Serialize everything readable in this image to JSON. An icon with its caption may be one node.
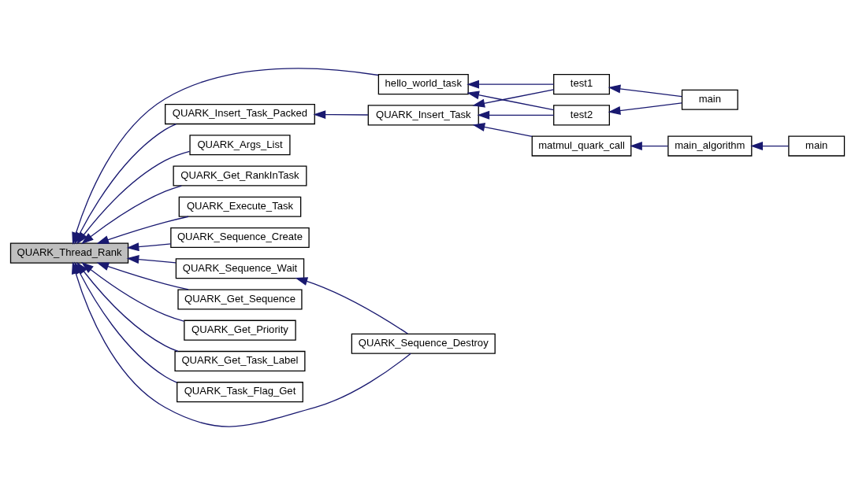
{
  "diagram": {
    "nodes": [
      {
        "text": [
          "QUARK_Thread_Rank"
        ]
      },
      {
        "text": [
          "hello_world_task"
        ]
      },
      {
        "text": [
          "QUARK_Insert_Task_Packed"
        ]
      },
      {
        "text": [
          "QUARK_Args_List"
        ]
      },
      {
        "text": [
          "QUARK_Get_RankInTask"
        ]
      },
      {
        "text": [
          "QUARK_Execute_Task"
        ]
      },
      {
        "text": [
          "QUARK_Sequence_Create"
        ]
      },
      {
        "text": [
          "QUARK_Sequence_Wait"
        ]
      },
      {
        "text": [
          "QUARK_Get_Sequence"
        ]
      },
      {
        "text": [
          "QUARK_Get_Priority"
        ]
      },
      {
        "text": [
          "QUARK_Get_Task_Label"
        ]
      },
      {
        "text": [
          "QUARK_Task_Flag_Get"
        ]
      },
      {
        "text": [
          "QUARK_Insert_Task"
        ]
      },
      {
        "text": [
          "QUARK_Sequence_Destroy"
        ]
      },
      {
        "text": [
          "test1"
        ]
      },
      {
        "text": [
          "test2"
        ]
      },
      {
        "text": [
          "matmul_quark_call"
        ]
      },
      {
        "text": [
          "main"
        ]
      },
      {
        "text": [
          "main_algorithm"
        ]
      },
      {
        "text": [
          "main"
        ]
      }
    ],
    "edges": [
      {
        "from": 1,
        "to": 0,
        "arrow": "to"
      },
      {
        "from": 2,
        "to": 0,
        "arrow": "to"
      },
      {
        "from": 3,
        "to": 0,
        "arrow": "to"
      },
      {
        "from": 4,
        "to": 0,
        "arrow": "to"
      },
      {
        "from": 5,
        "to": 0,
        "arrow": "to"
      },
      {
        "from": 6,
        "to": 0,
        "arrow": "to"
      },
      {
        "from": 13,
        "to": 0,
        "arrow": "to"
      },
      {
        "from": 7,
        "to": 0,
        "arrow": "to"
      },
      {
        "from": 8,
        "to": 0,
        "arrow": "to"
      },
      {
        "from": 9,
        "to": 0,
        "arrow": "to"
      },
      {
        "from": 10,
        "to": 0,
        "arrow": "to"
      },
      {
        "from": 11,
        "to": 0,
        "arrow": "to"
      },
      {
        "from": 14,
        "to": 1,
        "arrow": "to"
      },
      {
        "from": 15,
        "to": 1,
        "arrow": "to"
      },
      {
        "from": 12,
        "to": 2,
        "arrow": "to"
      },
      {
        "from": 14,
        "to": 12,
        "arrow": "to"
      },
      {
        "from": 15,
        "to": 12,
        "arrow": "to"
      },
      {
        "from": 16,
        "to": 12,
        "arrow": "to"
      },
      {
        "from": 17,
        "to": 14,
        "arrow": "to"
      },
      {
        "from": 17,
        "to": 15,
        "arrow": "to"
      },
      {
        "from": 18,
        "to": 16,
        "arrow": "to"
      },
      {
        "from": 13,
        "to": 7,
        "arrow": "to"
      },
      {
        "from": 19,
        "to": 18,
        "arrow": "to"
      }
    ]
  }
}
